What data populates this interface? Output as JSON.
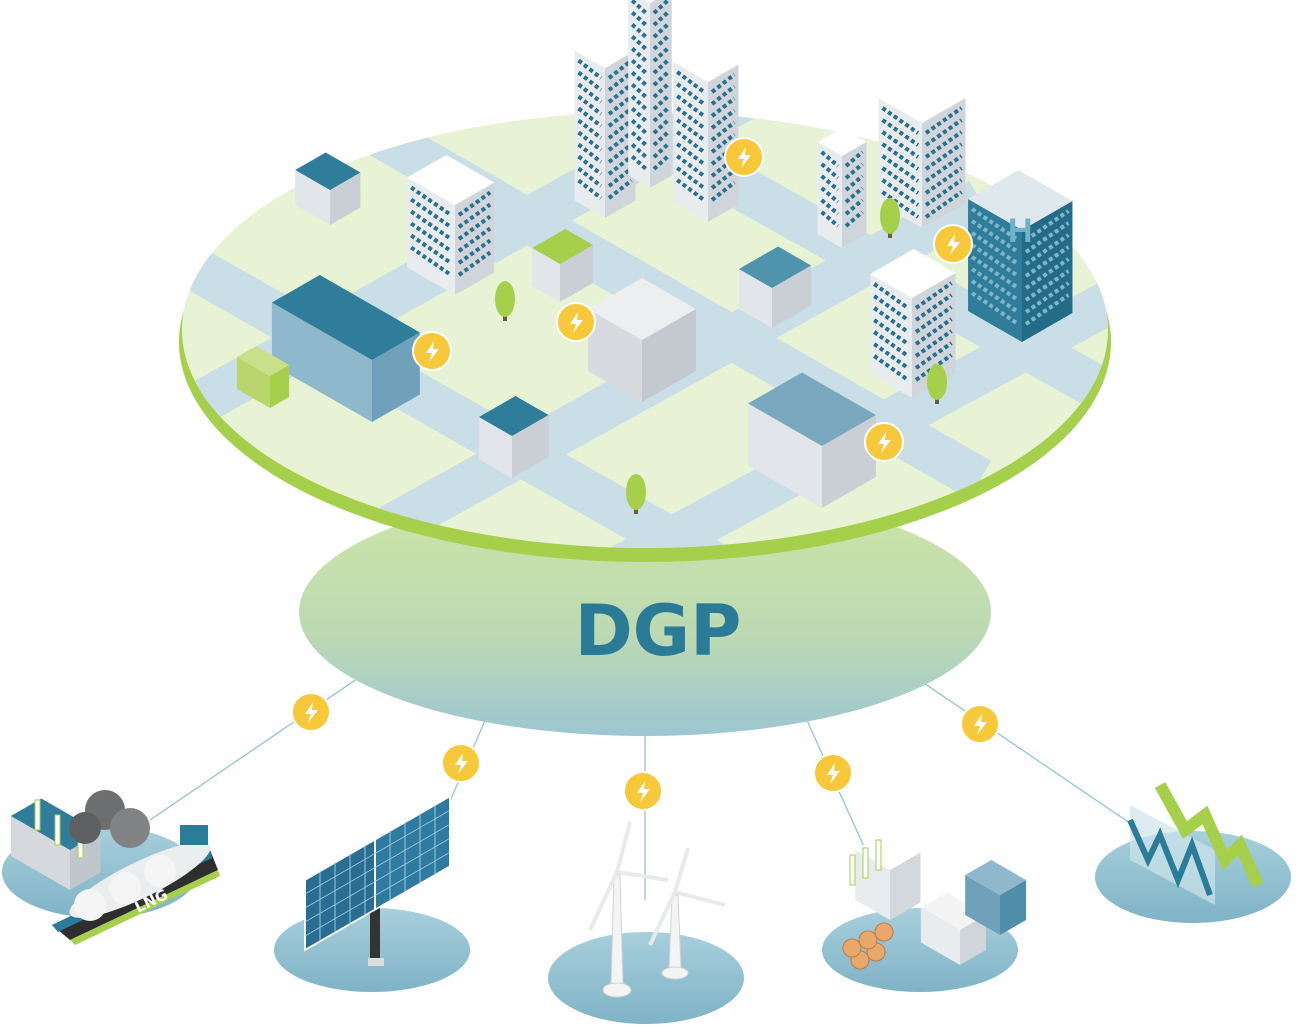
{
  "center_label": "DGP",
  "ship_label": "LNG",
  "hospital_sign": "H",
  "sources": [
    {
      "name": "lng-and-coal",
      "icon": "lng-ship-icon"
    },
    {
      "name": "solar",
      "icon": "solar-panel-icon"
    },
    {
      "name": "wind",
      "icon": "wind-turbine-icon"
    },
    {
      "name": "biomass",
      "icon": "biomass-plant-icon"
    },
    {
      "name": "power-market",
      "icon": "market-chart-icon"
    }
  ],
  "colors": {
    "platform": "#e8f3d6",
    "road": "#c9dee6",
    "rim": "#a6cf4b",
    "base": "#c6dfa4",
    "accent": "#2b7b97",
    "bolt": "#f7c83a",
    "node": "#8dbfd1"
  }
}
